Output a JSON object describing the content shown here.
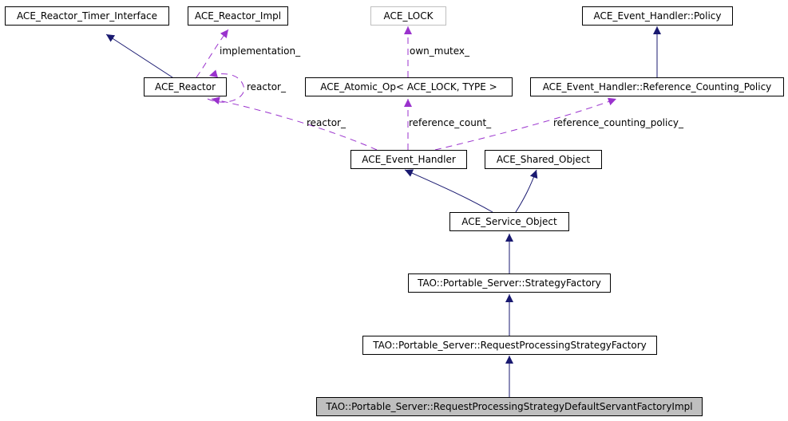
{
  "diagram": {
    "title": "Collaboration diagram for TAO::Portable_Server::RequestProcessingStrategyDefaultServantFactoryImpl",
    "colors": {
      "inheritance": "#191970",
      "usage": "#9a32cd",
      "node_border": "#000000",
      "external_border": "#bfbfbf",
      "focus_fill": "#bfbfbf"
    },
    "nodes": [
      {
        "id": "timer_interface",
        "label": "ACE_Reactor_Timer_Interface"
      },
      {
        "id": "reactor_impl",
        "label": "ACE_Reactor_Impl"
      },
      {
        "id": "ace_lock",
        "label": "ACE_LOCK"
      },
      {
        "id": "eh_policy",
        "label": "ACE_Event_Handler::Policy"
      },
      {
        "id": "reactor",
        "label": "ACE_Reactor"
      },
      {
        "id": "atomic_op",
        "label": "ACE_Atomic_Op< ACE_LOCK, TYPE >"
      },
      {
        "id": "ref_counting_policy",
        "label": "ACE_Event_Handler::Reference_Counting_Policy"
      },
      {
        "id": "event_handler",
        "label": "ACE_Event_Handler"
      },
      {
        "id": "shared_object",
        "label": "ACE_Shared_Object"
      },
      {
        "id": "service_object",
        "label": "ACE_Service_Object"
      },
      {
        "id": "strategy_factory",
        "label": "TAO::Portable_Server::StrategyFactory"
      },
      {
        "id": "rps_factory",
        "label": "TAO::Portable_Server::RequestProcessingStrategyFactory"
      },
      {
        "id": "rps_default_servant_impl",
        "label": "TAO::Portable_Server::RequestProcessingStrategyDefaultServantFactoryImpl"
      }
    ],
    "edges": [
      {
        "from": "reactor",
        "to": "timer_interface",
        "kind": "inheritance",
        "label": ""
      },
      {
        "from": "reactor",
        "to": "reactor_impl",
        "kind": "usage",
        "label": "implementation_"
      },
      {
        "from": "reactor",
        "to": "reactor",
        "kind": "usage",
        "label": "reactor_"
      },
      {
        "from": "atomic_op",
        "to": "ace_lock",
        "kind": "usage",
        "label": "own_mutex_"
      },
      {
        "from": "ref_counting_policy",
        "to": "eh_policy",
        "kind": "inheritance",
        "label": ""
      },
      {
        "from": "event_handler",
        "to": "reactor",
        "kind": "usage",
        "label": "reactor_"
      },
      {
        "from": "event_handler",
        "to": "atomic_op",
        "kind": "usage",
        "label": "reference_count_"
      },
      {
        "from": "event_handler",
        "to": "ref_counting_policy",
        "kind": "usage",
        "label": "reference_counting_policy_"
      },
      {
        "from": "service_object",
        "to": "event_handler",
        "kind": "inheritance",
        "label": ""
      },
      {
        "from": "service_object",
        "to": "shared_object",
        "kind": "inheritance",
        "label": ""
      },
      {
        "from": "strategy_factory",
        "to": "service_object",
        "kind": "inheritance",
        "label": ""
      },
      {
        "from": "rps_factory",
        "to": "strategy_factory",
        "kind": "inheritance",
        "label": ""
      },
      {
        "from": "rps_default_servant_impl",
        "to": "rps_factory",
        "kind": "inheritance",
        "label": ""
      }
    ]
  }
}
